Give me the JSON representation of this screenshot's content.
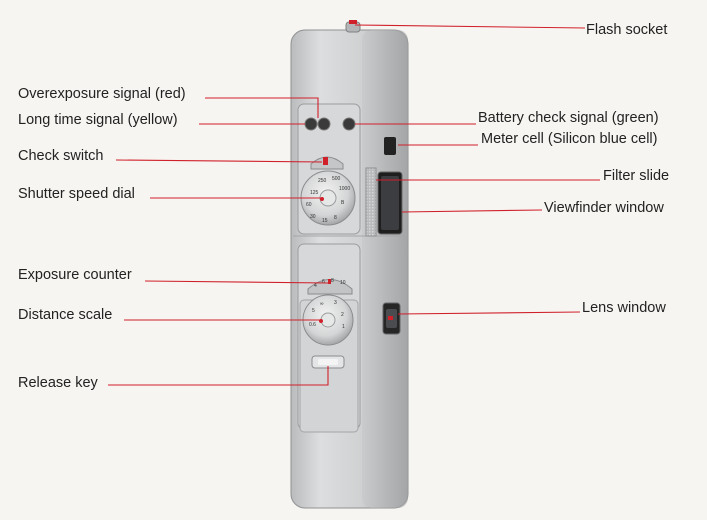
{
  "labels": {
    "flash_socket": "Flash socket",
    "overexposure_signal": "Overexposure signal (red)",
    "long_time_signal": "Long time signal (yellow)",
    "battery_check_signal": "Battery check signal (green)",
    "meter_cell": "Meter cell (Silicon blue cell)",
    "check_switch": "Check switch",
    "filter_slide": "Filter slide",
    "shutter_speed_dial": "Shutter speed dial",
    "viewfinder_window": "Viewfinder window",
    "exposure_counter": "Exposure counter",
    "distance_scale": "Distance scale",
    "lens_window": "Lens window",
    "release_key": "Release key"
  },
  "colors": {
    "leader_line": "#d0202a",
    "background": "#f7f5f1",
    "body_metal": "#c9cbcc",
    "text": "#222222"
  }
}
